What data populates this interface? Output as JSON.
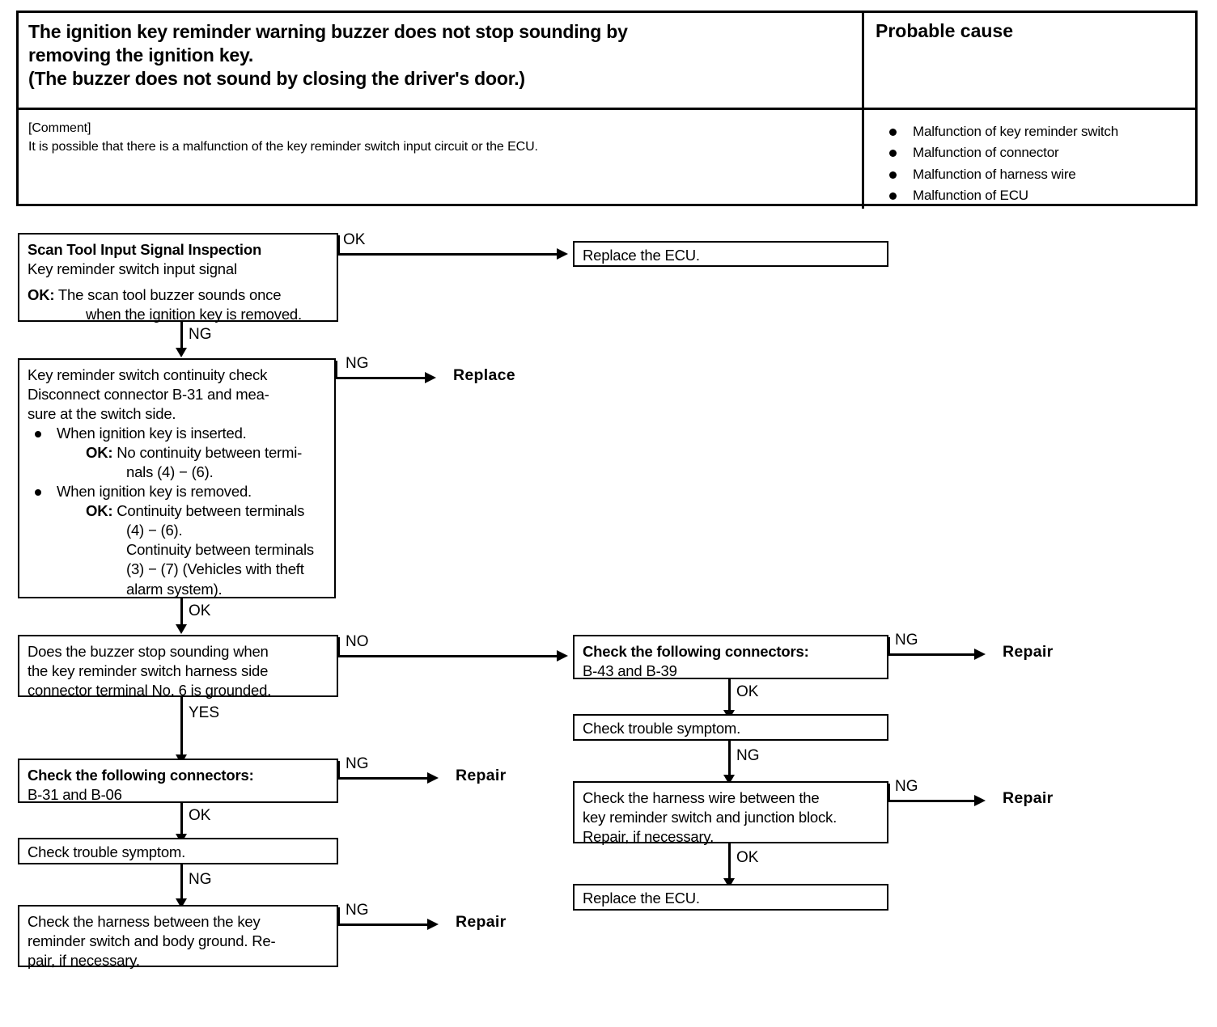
{
  "symptom_table": {
    "symptom_title_lines": [
      "The ignition key reminder warning buzzer does not stop sounding by",
      "removing the ignition key.",
      "(The buzzer does not sound by closing the driver's door.)"
    ],
    "probable_cause_header": "Probable cause",
    "comment_label": "[Comment]",
    "comment_text": "It is possible that there is a malfunction of the key reminder switch input circuit or the ECU.",
    "causes": [
      "Malfunction of key reminder switch",
      "Malfunction of connector",
      "Malfunction of harness wire",
      "Malfunction of ECU"
    ]
  },
  "flow": {
    "box_scan_tool": {
      "title": "Scan Tool Input Signal Inspection",
      "subtitle": "Key reminder switch input signal",
      "ok_label": "OK:",
      "ok_line1": "The scan tool buzzer sounds once",
      "ok_line2": "when the ignition key is removed."
    },
    "box_replace_ecu_top": {
      "text": "Replace the ECU."
    },
    "box_continuity": {
      "line1": "Key reminder switch continuity check",
      "line2": "Disconnect connector B-31 and mea-",
      "line3": "sure at the switch side.",
      "bullet1": "When ignition key is inserted.",
      "b1_ok_label": "OK:",
      "b1_ok_line1": "No continuity between termi-",
      "b1_ok_line2": "nals (4)  −  (6).",
      "bullet2": "When ignition key is removed.",
      "b2_ok_label": "OK:",
      "b2_ok_line1": "Continuity between terminals",
      "b2_ok_line2": "(4)  −  (6).",
      "b2_ok_line3": "Continuity between terminals",
      "b2_ok_line4": "(3)  −  (7) (Vehicles with theft",
      "b2_ok_line5": "alarm system)."
    },
    "box_buzzer_ground": {
      "line1": "Does the buzzer stop sounding when",
      "line2": "the key reminder switch harness side",
      "line3": "connector terminal No. 6 is grounded."
    },
    "box_connectors_left": {
      "line1": "Check  the  following  connectors:",
      "line2": "B-31  and  B-06"
    },
    "box_trouble_symptom_left": {
      "text": "Check trouble symptom."
    },
    "box_harness_ground": {
      "line1": "Check  the  harness  between  the  key",
      "line2": "reminder switch and body ground. Re-",
      "line3": "pair,  if  necessary."
    },
    "box_connectors_right": {
      "line1": "Check  the  following  connectors:",
      "line2": "B-43  and  B-39"
    },
    "box_trouble_symptom_right": {
      "text": "Check trouble symptom."
    },
    "box_harness_junction": {
      "line1": "Check  the  harness  wire  between  the",
      "line2": "key reminder switch and junction block.",
      "line3": "Repair,  if  necessary."
    },
    "box_replace_ecu_bottom": {
      "text": "Replace the ECU."
    },
    "edges": {
      "scan_ok": "OK",
      "scan_ng": "NG",
      "continuity_ng": "NG",
      "continuity_ok": "OK",
      "buzzer_no": "NO",
      "buzzer_yes": "YES",
      "conn_left_ng": "NG",
      "trouble_left_ng": "NG",
      "harness_ground_ng": "NG",
      "conn_right_ng": "NG",
      "trouble_right_ok": "OK",
      "trouble_right_ng": "NG",
      "harness_junction_ng": "NG",
      "harness_junction_ok": "OK"
    },
    "terminals": {
      "replace": "Replace",
      "repair_1": "Repair",
      "repair_2": "Repair",
      "repair_3": "Repair",
      "repair_4": "Repair"
    }
  }
}
